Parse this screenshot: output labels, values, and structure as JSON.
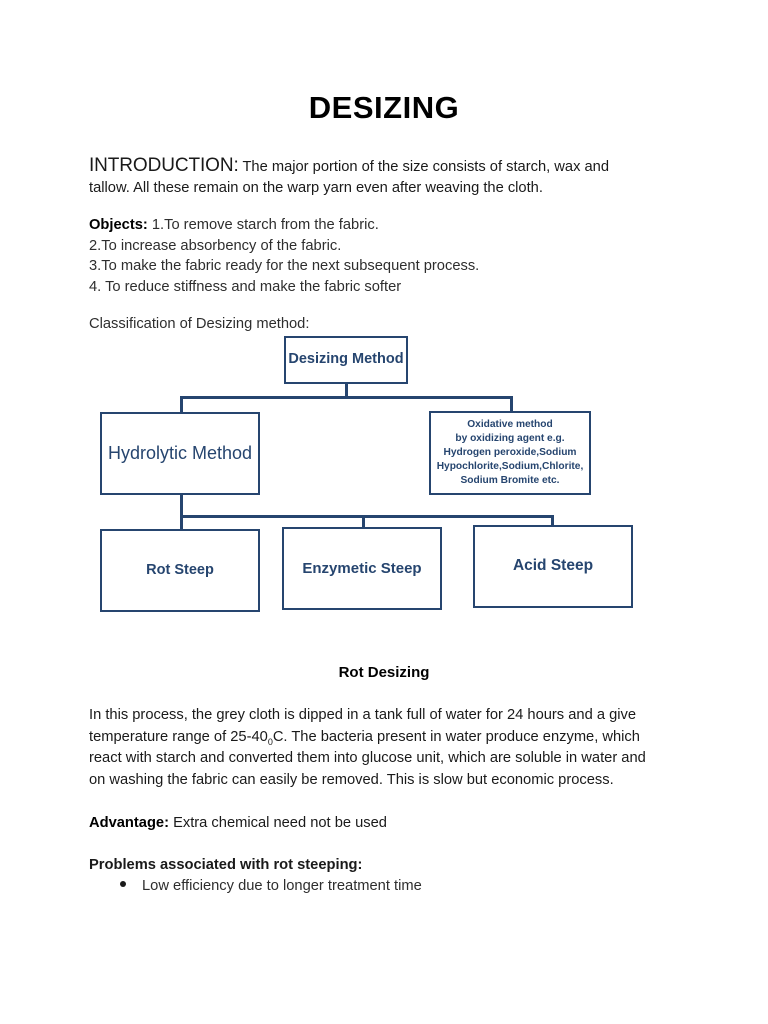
{
  "document": {
    "title": "DESIZING",
    "intro": {
      "label": "INTRODUCTION:",
      "text": " The major portion of the size consists of starch, wax and tallow. All these remain on the warp yarn even after weaving the cloth."
    },
    "objects": {
      "label": "Objects:",
      "items": [
        " 1.To remove starch from the fabric.",
        "2.To increase absorbency of the fabric.",
        "3.To make the fabric ready for the next subsequent process.",
        "4. To reduce stiffness and make the fabric softer"
      ]
    },
    "classification_caption": "Classification of Desizing method:",
    "section_heading": "Rot Desizing",
    "process_text_part1": "In this process, the grey cloth is dipped in a tank full of water for 24 hours and a give temperature range of 25-40",
    "process_degree": "0",
    "process_text_part2": "C. The bacteria present in water produce enzyme, which react with starch and converted them into glucose unit, which are soluble in water and on washing the fabric can easily be removed. This is slow but economic process.",
    "advantage": {
      "label": "Advantage:",
      "text": " Extra chemical need not be used"
    },
    "problems": {
      "label": "Problems associated with rot steeping:",
      "bullets": [
        "Low efficiency due to longer treatment time"
      ]
    }
  },
  "flowchart": {
    "accent_color": "#26456f",
    "nodes": {
      "root": "Desizing Method",
      "hydrolytic": "Hydrolytic Method",
      "oxidative_lines": [
        "Oxidative method",
        "by oxidizing agent e.g.",
        "Hydrogen peroxide,Sodium",
        "Hypochlorite,Sodium,Chlorite,",
        "Sodium Bromite etc."
      ],
      "rot_steep": "Rot Steep",
      "enzymetic_steep": "Enzymetic Steep",
      "acid_steep": "Acid Steep"
    }
  }
}
